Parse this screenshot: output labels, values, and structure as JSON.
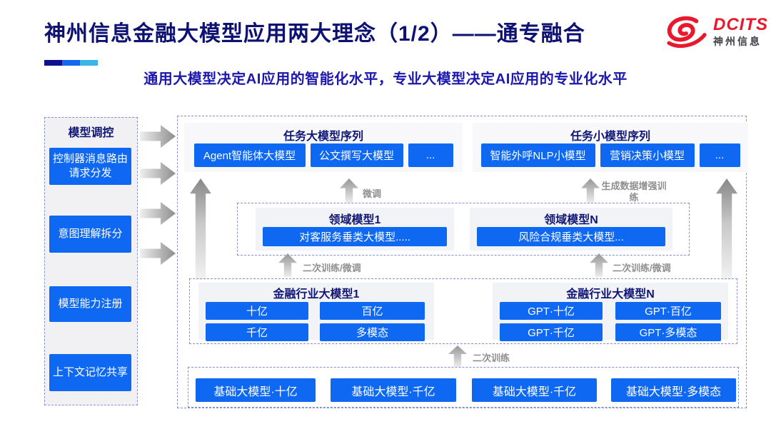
{
  "header": {
    "title": "神州信息金融大模型应用两大理念（1/2）——通专融合",
    "subtitle": "通用大模型决定AI应用的智能化水平，专业大模型决定AI应用的专业化水平",
    "logo": {
      "brand": "DCITS",
      "brand_cn": "神州信息"
    }
  },
  "colors": {
    "button_blue": "#0f68f2",
    "title_navy": "#0d1172",
    "subtitle_blue": "#1c17ad",
    "logo_red": "#e8192c",
    "accent_bar": [
      "#10108e",
      "#1467f0",
      "#3ab5e6"
    ],
    "dashed_border": "#8494cf",
    "flow_label_gray": "#8f8f8f"
  },
  "sidebar": {
    "title": "模型调控",
    "items": [
      {
        "label": "控制器消息路由请求分发"
      },
      {
        "label": "意图理解拆分"
      },
      {
        "label": "模型能力注册"
      },
      {
        "label": "上下文记忆共享"
      }
    ]
  },
  "diagram": {
    "task_large": {
      "title": "任务大模型序列",
      "items": [
        "Agent智能体大模型",
        "公文撰写大模型",
        "..."
      ]
    },
    "task_small": {
      "title": "任务小模型序列",
      "items": [
        "智能外呼NLP小模型",
        "营销决策小模型",
        "..."
      ]
    },
    "domain": [
      {
        "title": "领域模型1",
        "model": "对客服务垂类大模型....."
      },
      {
        "title": "领域模型N",
        "model": "风险合规垂类大模型..."
      }
    ],
    "industry": [
      {
        "title": "金融行业大模型1",
        "items": [
          "十亿",
          "百亿",
          "千亿",
          "多模态"
        ]
      },
      {
        "title": "金融行业大模型N",
        "items": [
          "GPT·十亿",
          "GPT·百亿",
          "GPT·千亿",
          "GPT·多模态"
        ]
      }
    ],
    "base_models": [
      "基础大模型·十亿",
      "基础大模型·千亿",
      "基础大模型·千亿",
      "基础大模型·多模态"
    ],
    "labels": {
      "fine_tune": "微调",
      "gen_data_train": "生成数据增强训练",
      "retrain_ft_left": "二次训练/微调",
      "retrain_ft_right": "二次训练/微调",
      "retrain": "二次训练"
    }
  }
}
